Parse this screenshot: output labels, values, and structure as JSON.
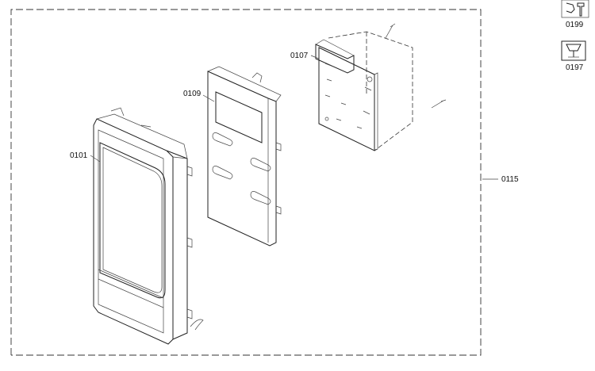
{
  "callouts": {
    "front_panel": "0101",
    "control_frame": "0109",
    "circuit_board": "0107",
    "assembly": "0115"
  },
  "service_icons": {
    "wrench_code": "0199",
    "press_code": "0197"
  }
}
